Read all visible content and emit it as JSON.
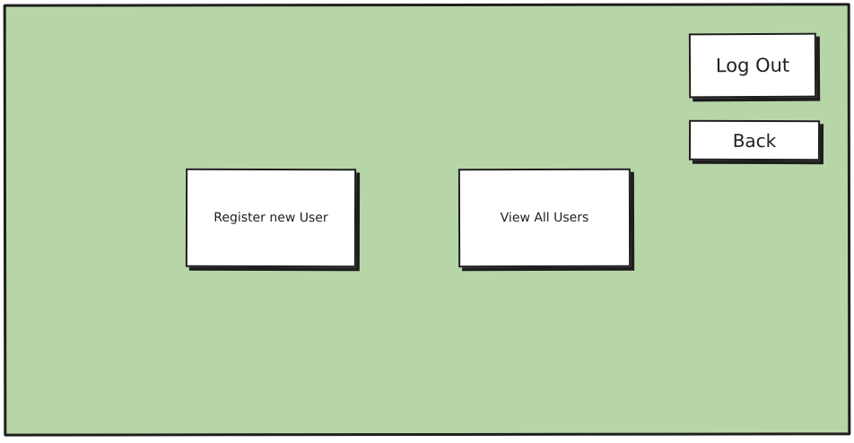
{
  "screen": {
    "background_color": "#b7d6a8",
    "border_color": "#1e1e1e"
  },
  "header": {
    "logout_label": "Log Out",
    "back_label": "Back"
  },
  "main": {
    "register_label": "Register new User",
    "view_all_label": "View All Users"
  }
}
